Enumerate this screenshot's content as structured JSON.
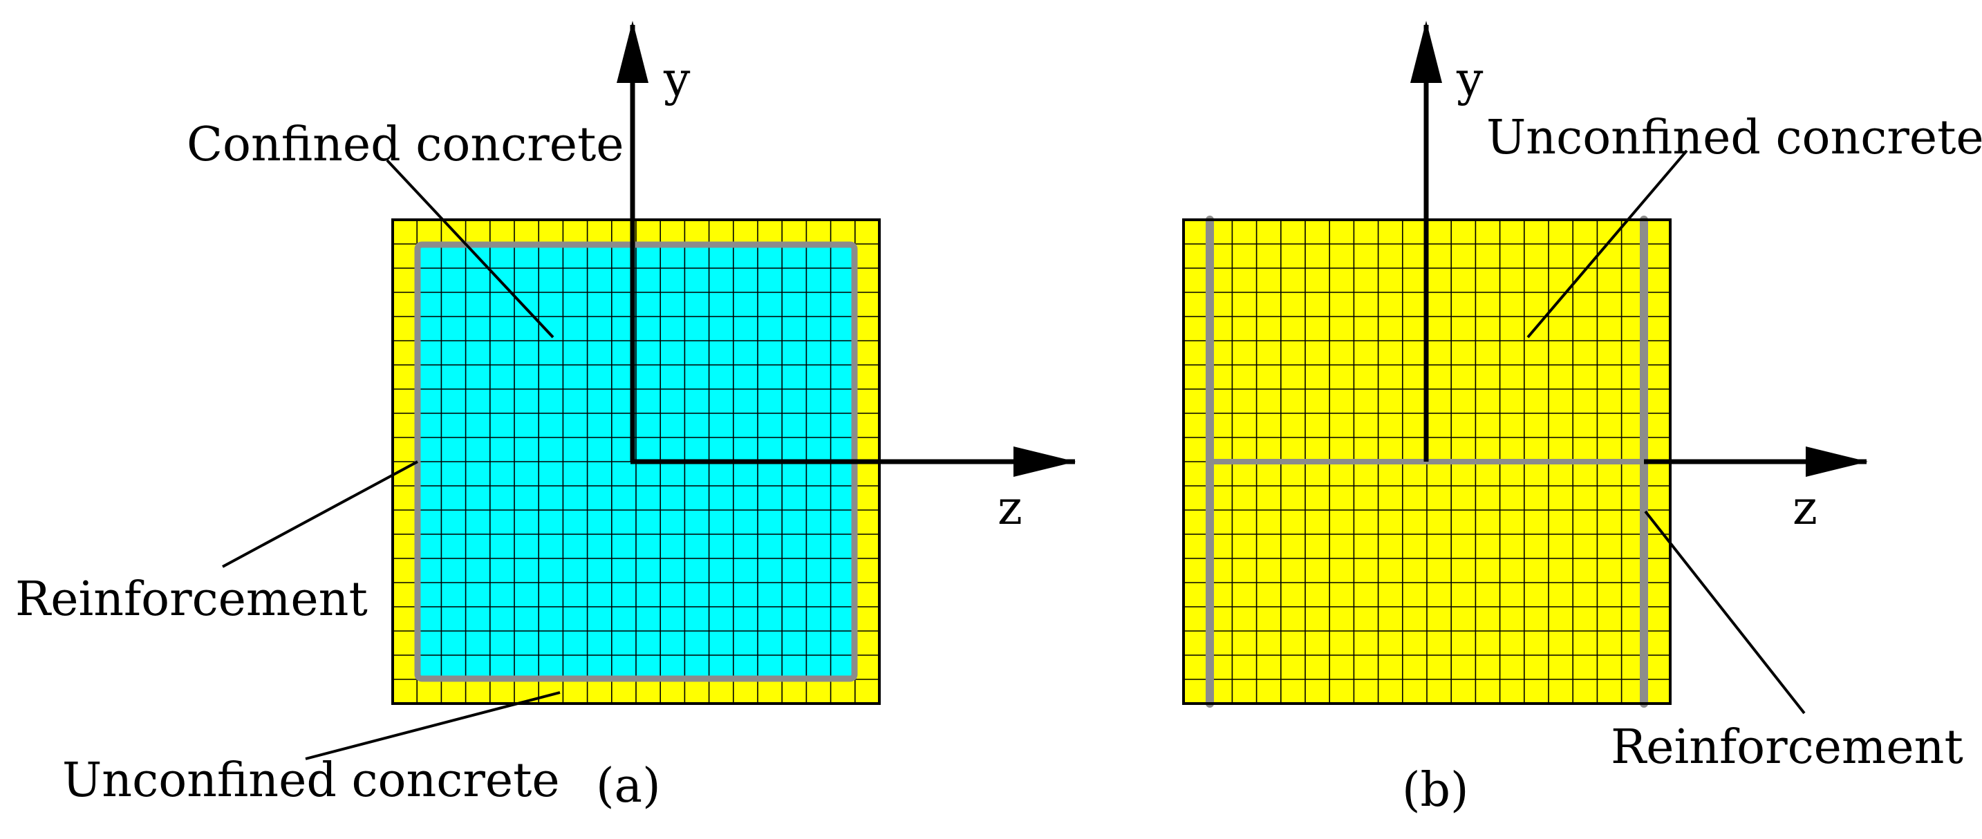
{
  "colors": {
    "confined": "#00FFFF",
    "unconfined": "#FFFF00",
    "reinforcement": "#8C8C8C",
    "mesh": "#000000",
    "axis": "#000000"
  },
  "panel_a": {
    "caption": "(a)",
    "y_axis": "y",
    "z_axis": "z",
    "confined_label": "Confined concrete",
    "reinforcement_label": "Reinforcement",
    "unconfined_label": "Unconfined concrete"
  },
  "panel_b": {
    "caption": "(b)",
    "y_axis": "y",
    "z_axis": "z",
    "unconfined_label": "Unconfined concrete",
    "reinforcement_label": "Reinforcement"
  }
}
